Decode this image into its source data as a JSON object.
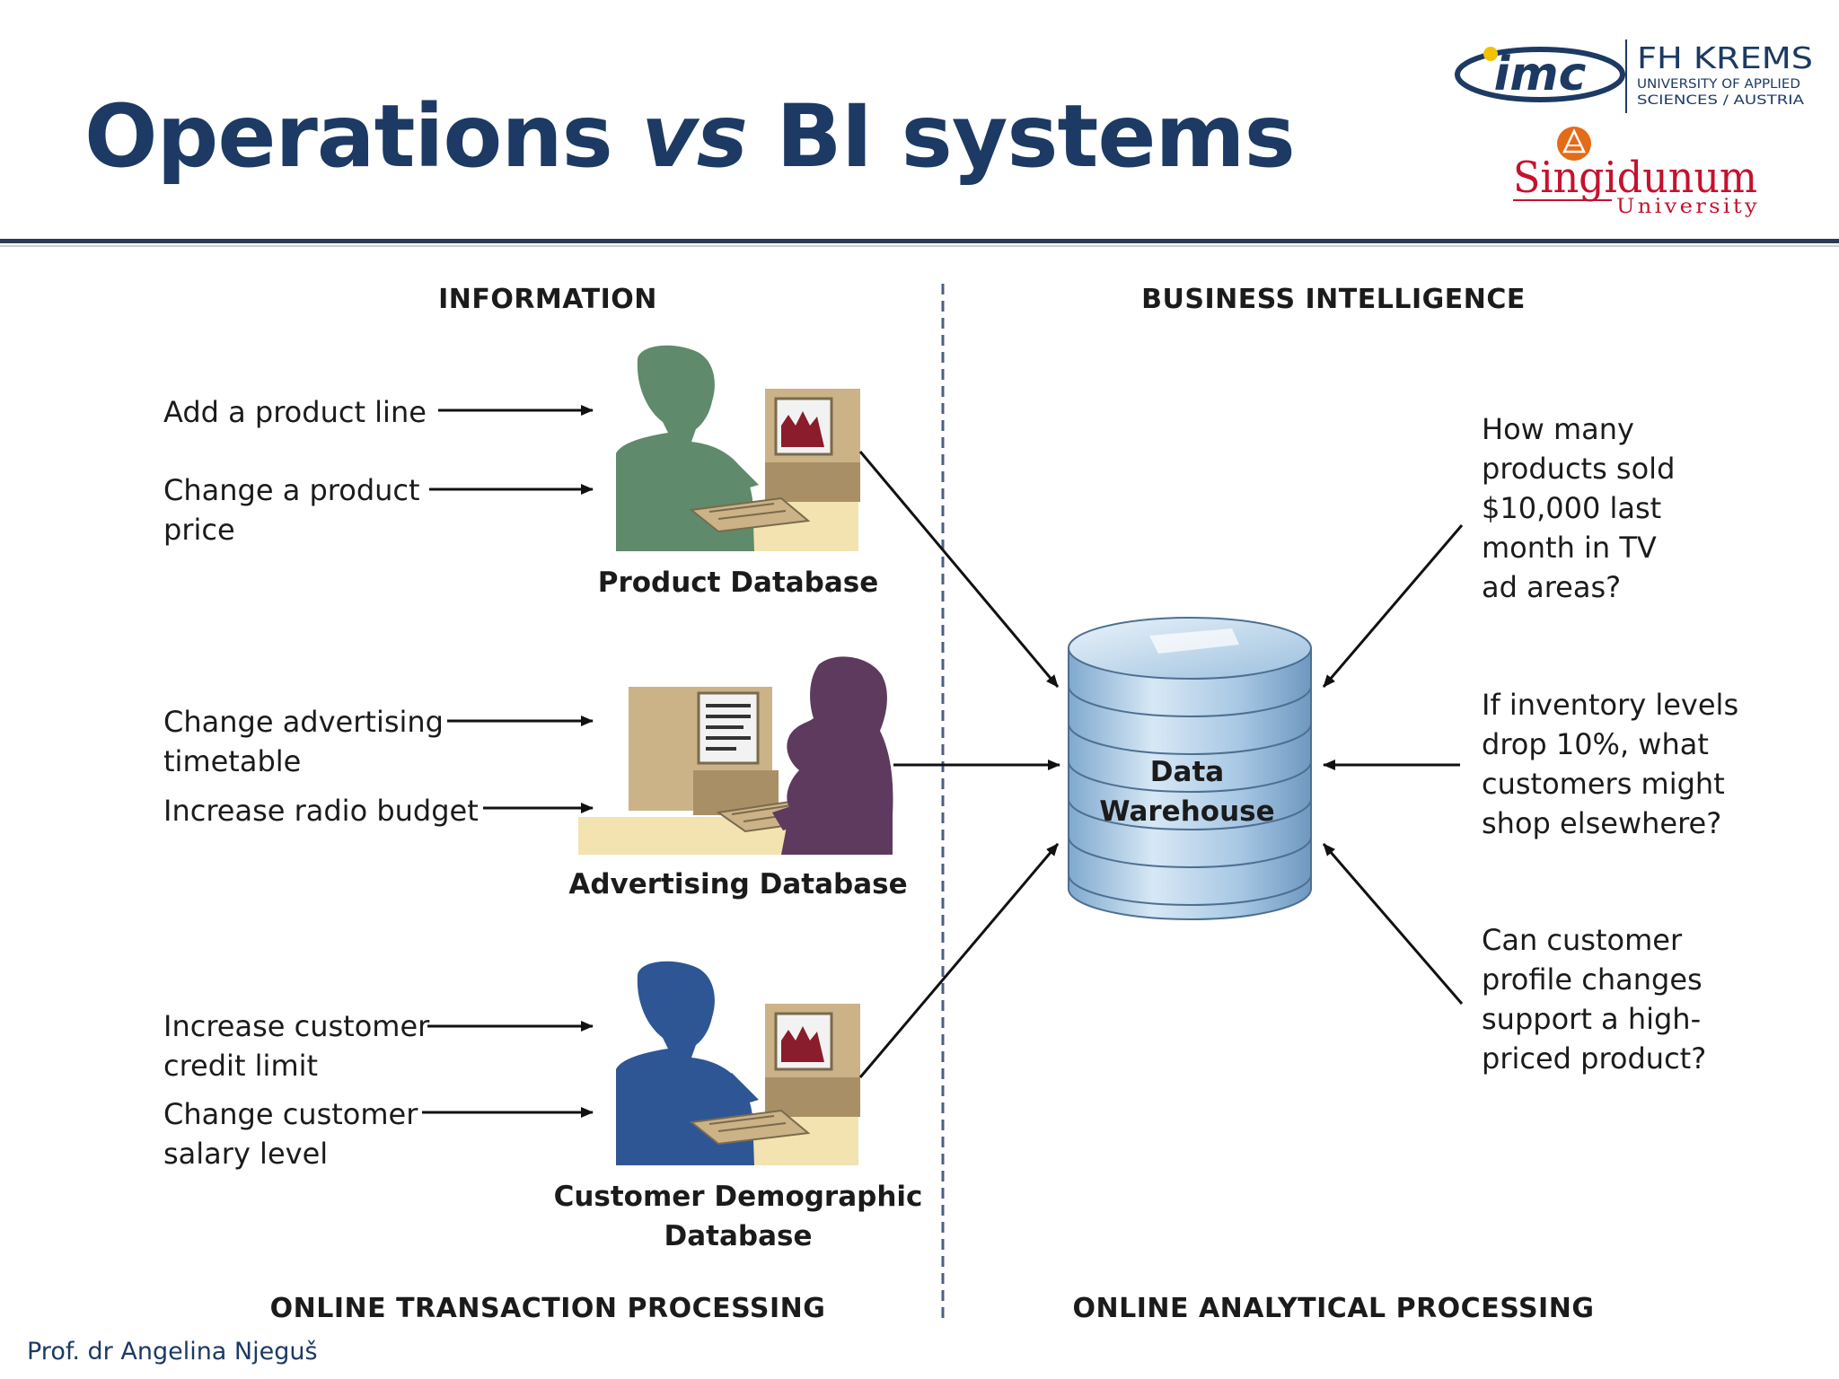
{
  "slide": {
    "title_part1": "Operations ",
    "title_vs": "vs",
    "title_part2": " BI systems",
    "footer": "Prof. dr Angelina Njeguš"
  },
  "logos": {
    "imc": "imc",
    "fh_krems": "FH KREMS",
    "fh_sub1": "UNIVERSITY OF APPLIED",
    "fh_sub2": "SCIENCES / AUSTRIA",
    "singidunum": "Singidunum",
    "university": "University"
  },
  "diagram": {
    "headers": {
      "information": "INFORMATION",
      "business_intelligence": "BUSINESS INTELLIGENCE",
      "oltp": "ONLINE TRANSACTION PROCESSING",
      "olap": "ONLINE ANALYTICAL PROCESSING"
    },
    "inputs": {
      "product": [
        "Add a product line",
        "Change a product",
        "price"
      ],
      "advertising": [
        "Change advertising",
        "timetable",
        "Increase radio budget"
      ],
      "customer": [
        "Increase customer",
        "credit limit",
        "Change customer",
        "salary level"
      ]
    },
    "databases": {
      "product": "Product Database",
      "advertising": "Advertising Database",
      "customer_line1": "Customer Demographic",
      "customer_line2": "Database"
    },
    "warehouse": {
      "line1": "Data",
      "line2": "Warehouse"
    },
    "questions": {
      "q1": [
        "How many",
        "products sold",
        "$10,000 last",
        "month in TV",
        "ad areas?"
      ],
      "q2": [
        "If inventory levels",
        "drop 10%, what",
        "customers might",
        "shop elsewhere?"
      ],
      "q3": [
        "Can customer",
        "profile changes",
        "support a high-",
        "priced product?"
      ]
    },
    "colors": {
      "title": "#1c3a63",
      "product_person": "#5f8a6b",
      "advertising_person": "#5e3a5e",
      "customer_person": "#2f5694",
      "computer_tan": "#cbb287",
      "desk": "#f2e3b0",
      "cylinder": "#a9cbe6"
    }
  }
}
